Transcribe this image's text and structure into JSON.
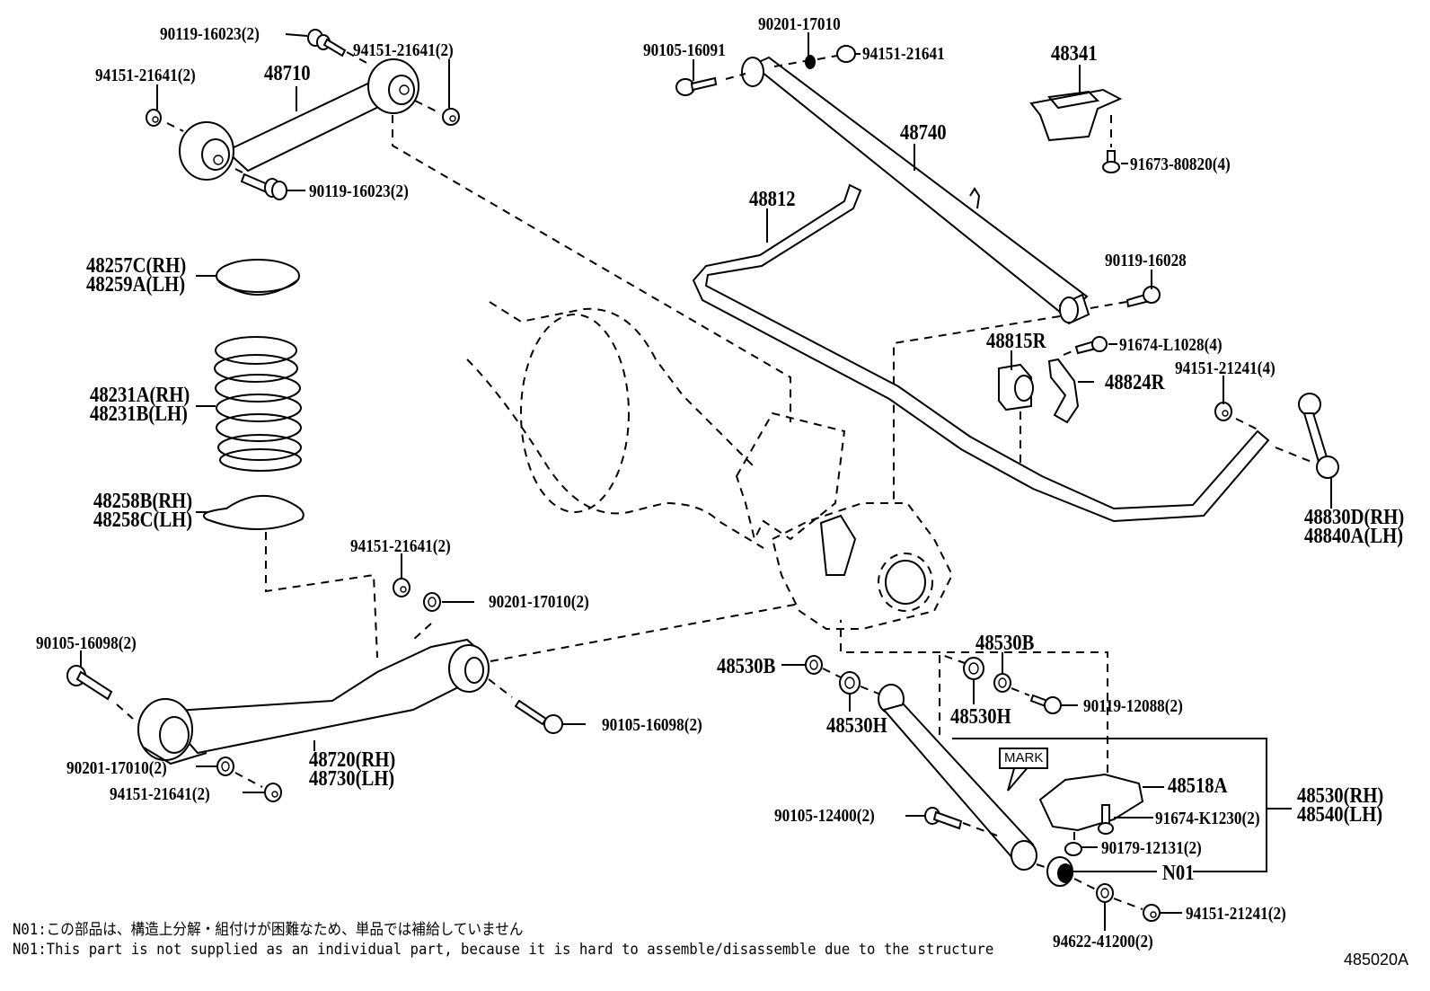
{
  "diagram": {
    "title_code": "485020A",
    "parts": {
      "upper_arm": {
        "bolt_top": "90119-16023(2)",
        "nut_left": "94151-21641(2)",
        "arm": "48710",
        "nut_right": "94151-21641(2)",
        "bolt_bottom": "90119-16023(2)"
      },
      "lateral_rod": {
        "bolt": "90105-16091",
        "washer": "90201-17010",
        "nut": "94151-21641",
        "rod": "48740",
        "bolt_end": "90119-16028"
      },
      "bracket": {
        "part": "48341",
        "bolt": "91673-80820(4)"
      },
      "stabilizer": {
        "bar": "48812",
        "bushing": "48815R",
        "bolt": "91674-L1028(4)",
        "bracket": "48824R",
        "nut": "94151-21241(4)",
        "link_rh": "48830D(RH)",
        "link_lh": "48840A(LH)"
      },
      "spring": {
        "upper_seat_rh": "48257C(RH)",
        "upper_seat_lh": "48259A(LH)",
        "spring_rh": "48231A(RH)",
        "spring_lh": "48231B(LH)",
        "lower_seat_rh": "48258B(RH)",
        "lower_seat_lh": "48258C(LH)"
      },
      "lower_arm": {
        "nut_top": "94151-21641(2)",
        "washer_top": "90201-17010(2)",
        "bolt_left": "90105-16098(2)",
        "bolt_right": "90105-16098(2)",
        "washer_bottom": "90201-17010(2)",
        "nut_bottom": "94151-21641(2)",
        "arm_rh": "48720(RH)",
        "arm_lh": "48730(LH)"
      },
      "shock": {
        "cushion_left_b": "48530B",
        "cushion_left_h": "48530H",
        "cushion_right_b": "48530B",
        "cushion_right_h": "48530H",
        "bolt_top": "90119-12088(2)",
        "mark": "MARK",
        "bracket": "48518A",
        "bolt_bracket": "91674-K1230(2)",
        "nut_bracket": "90179-12131(2)",
        "bolt_lower": "90105-12400(2)",
        "bushing": "N01",
        "assy_rh": "48530(RH)",
        "assy_lh": "48540(LH)",
        "washer_lower": "94622-41200(2)",
        "nut_lower": "94151-21241(2)"
      }
    },
    "notes": {
      "jp": "N01:この部品は、構造上分解・組付けが困難なため、単品では補給していません",
      "en": "N01:This part is not supplied as an individual part, because it is hard to assemble/disassemble due to the structure"
    }
  }
}
